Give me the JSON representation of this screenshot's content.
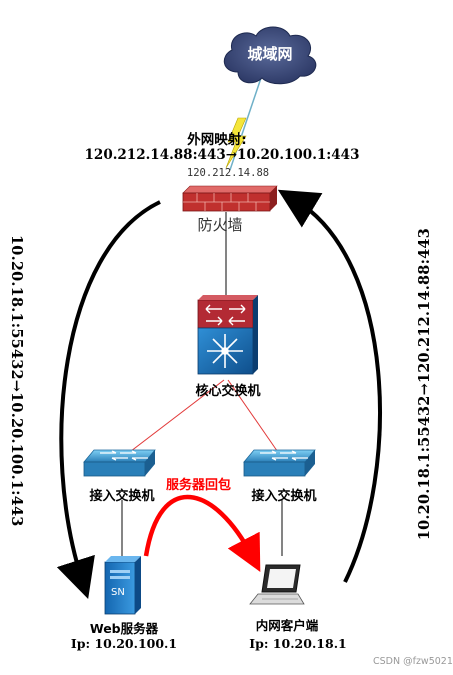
{
  "internet": {
    "label": "城域网"
  },
  "nat": {
    "title": "外网映射:",
    "rule": "120.212.14.88:443→10.20.100.1:443"
  },
  "firewall": {
    "ip": "120.212.14.88",
    "label": "防火墙"
  },
  "core_switch": {
    "label": "核心交换机"
  },
  "access_switch_left": {
    "label": "接入交换机"
  },
  "access_switch_right": {
    "label": "接入交换机"
  },
  "reply_label": "服务器回包",
  "web_server": {
    "name": "Web服务器",
    "ip": "Ip: 10.20.100.1",
    "badge": "SN"
  },
  "client": {
    "name": "内网客户端",
    "ip": "Ip: 10.20.18.1"
  },
  "left_flow": "10.20.18.1:55432→10.20.100.1:443",
  "right_flow": "10.20.18.1:55432→120.212.14.88:443",
  "watermark": "CSDN @fzw5021",
  "colors": {
    "cloud": "#3a4a78",
    "firewall": "#c0302e",
    "core_switch_top": "#b32a34",
    "core_switch_body": "#1a6fb3",
    "access_switch": "#4aa7d8",
    "red_link": "#e23a3a",
    "reply_arrow": "#ff0000"
  }
}
